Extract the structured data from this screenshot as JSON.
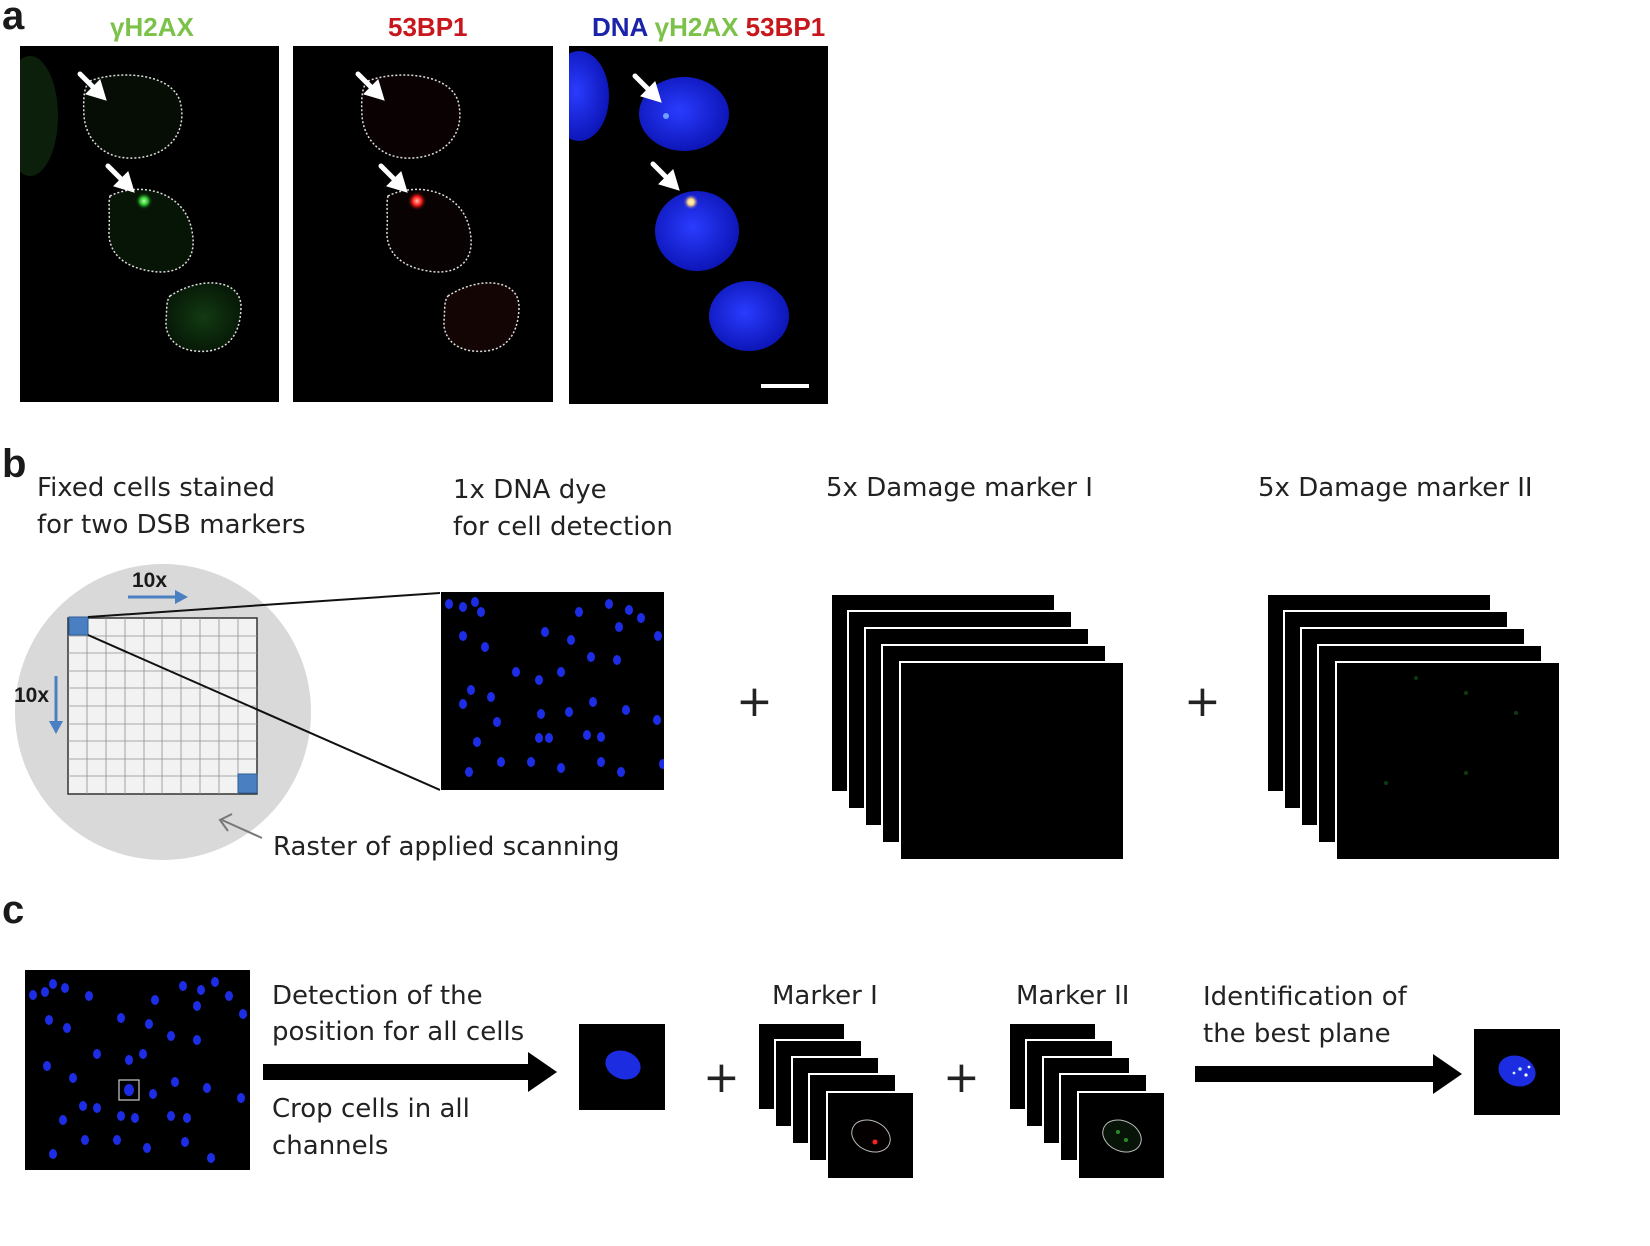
{
  "panel_a": {
    "letter": "a",
    "titles": {
      "gh2ax": "γH2AX",
      "bp1": "53BP1",
      "merge_dna": "DNA",
      "merge_gh2ax": "γH2AX",
      "merge_bp1": "53BP1"
    },
    "colors": {
      "green": "#7cc24a",
      "red": "#c8161d",
      "blue": "#1b23a8"
    }
  },
  "panel_b": {
    "letter": "b",
    "fixed_cells": [
      "Fixed cells stained",
      "for two DSB markers"
    ],
    "dna_dye": [
      "1x DNA dye",
      "for cell detection"
    ],
    "marker1": "5x Damage marker I",
    "marker2": "5x Damage marker II",
    "raster_label": "Raster of applied scanning",
    "scan_x": "10x",
    "scan_y": "10x",
    "plus": "+"
  },
  "panel_c": {
    "letter": "c",
    "detection": [
      "Detection of the",
      "position for all cells"
    ],
    "crop": [
      "Crop cells in all",
      "channels"
    ],
    "marker1": "Marker I",
    "marker2": "Marker II",
    "best_plane": [
      "Identification of",
      "the best plane"
    ],
    "plus": "+"
  }
}
